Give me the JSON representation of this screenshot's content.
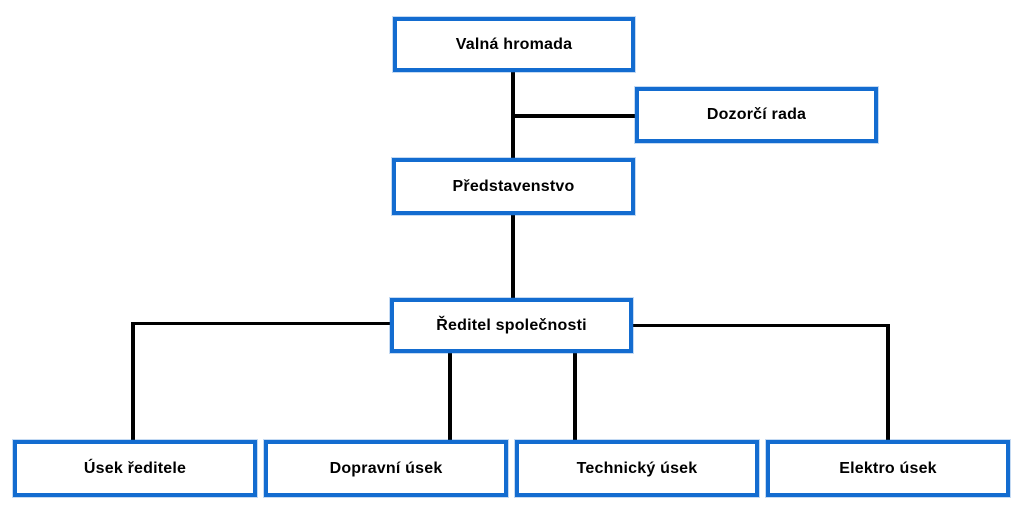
{
  "diagram": {
    "type": "org-chart",
    "colors": {
      "box_border": "#136CD0",
      "line": "#000000",
      "box_fill": "#ffffff",
      "text": "#000000",
      "background": "#ffffff"
    },
    "nodes": {
      "valna_hromada": {
        "label": "Valná hromada"
      },
      "dozorci_rada": {
        "label": "Dozorčí rada"
      },
      "predstavenstvo": {
        "label": "Představenstvo"
      },
      "reditel_spolecnosti": {
        "label": "Ředitel společnosti"
      },
      "usek_reditele": {
        "label": "Úsek ředitele"
      },
      "dopravni_usek": {
        "label": "Dopravní úsek"
      },
      "technicky_usek": {
        "label": "Technický úsek"
      },
      "elektro_usek": {
        "label": "Elektro úsek"
      }
    },
    "edges": [
      {
        "from": "Valná hromada",
        "to": "Představenstvo"
      },
      {
        "from": "Valná hromada",
        "to": "Dozorčí rada"
      },
      {
        "from": "Představenstvo",
        "to": "Ředitel společnosti"
      },
      {
        "from": "Ředitel společnosti",
        "to": "Úsek ředitele"
      },
      {
        "from": "Ředitel společnosti",
        "to": "Dopravní úsek"
      },
      {
        "from": "Ředitel společnosti",
        "to": "Technický úsek"
      },
      {
        "from": "Ředitel společnosti",
        "to": "Elektro úsek"
      }
    ]
  }
}
